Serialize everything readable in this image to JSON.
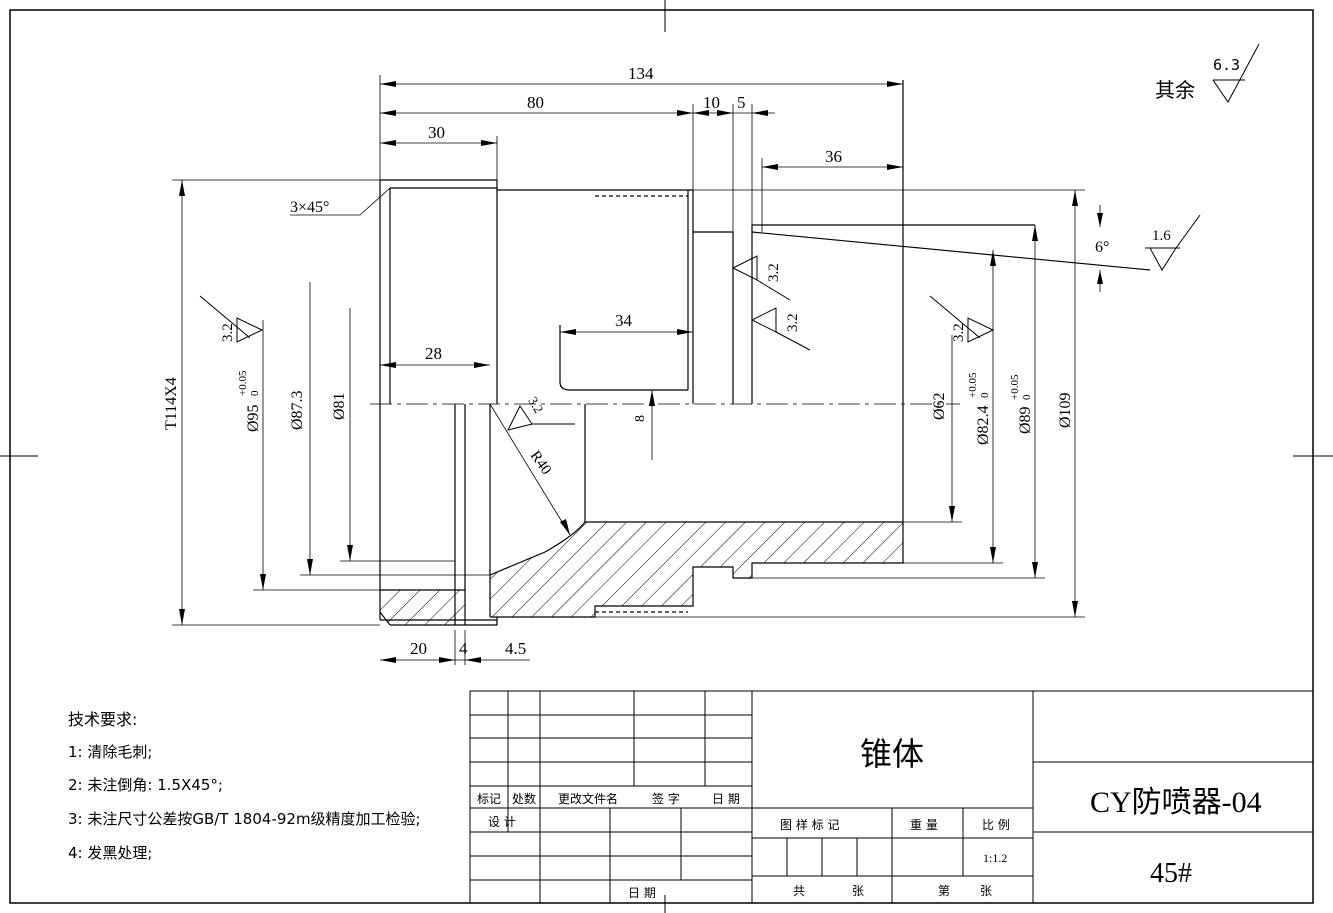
{
  "roughness": {
    "general_prefix": "其余",
    "general_value": "6.3",
    "taper_face": "1.6",
    "left_bore": "3.2",
    "right_bore": "3.2",
    "step_a": "3.2",
    "step_b": "3.2",
    "small": "3.2"
  },
  "dims": {
    "overall_length": "134",
    "len_80": "80",
    "len_10": "10",
    "len_5": "5",
    "len_30": "30",
    "len_36": "36",
    "len_34": "34",
    "len_28": "28",
    "len_20": "20",
    "len_4": "4",
    "len_4_5": "4.5",
    "chamfer": "3×45°",
    "taper_angle": "6°",
    "thread": "T114X4",
    "d95": "Ø95",
    "d95_tol_up": "+0.05",
    "d95_tol_low": "0",
    "d87": "Ø87.3",
    "d81": "Ø81",
    "d62": "Ø62",
    "d82": "Ø82.4",
    "d82_tol_up": "+0.05",
    "d82_tol_low": "0",
    "d89": "Ø89",
    "d89_tol_up": "+0.05",
    "d89_tol_low": "0",
    "d109": "Ø109",
    "radius": "R40",
    "slot_8": "8"
  },
  "notes": {
    "title": "技术要求:",
    "items": [
      "1: 清除毛刺;",
      "2: 未注倒角: 1.5X45°;",
      "3: 未注尺寸公差按GB/T 1804-92m级精度加工检验;",
      "4: 发黑处理;"
    ]
  },
  "title_block": {
    "part_name": "锥体",
    "drawing_no": "CY防喷器-04",
    "material": "45#",
    "rev_headers": [
      "标记",
      "处数",
      "更改文件名",
      "签 字",
      "日 期"
    ],
    "design": "设 计",
    "date": "日 期",
    "sample_mark": "图 样 标 记",
    "weight": "重 量",
    "scale_label": "比 例",
    "scale": "1:1.2",
    "total": "共",
    "sheets": "张",
    "sheet_no": "第",
    "sheets2": "张"
  }
}
